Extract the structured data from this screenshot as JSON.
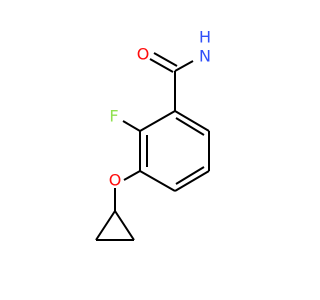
{
  "molecule": {
    "labels": {
      "oxygen_carbonyl": "O",
      "nitrogen_h": "H",
      "nitrogen_n": "N",
      "fluorine": "F",
      "oxygen_ether": "O"
    },
    "colors": {
      "bond": "#000000",
      "oxygen": "#ff0d0d",
      "nitrogen": "#3050f8",
      "fluorine": "#90e050"
    }
  }
}
